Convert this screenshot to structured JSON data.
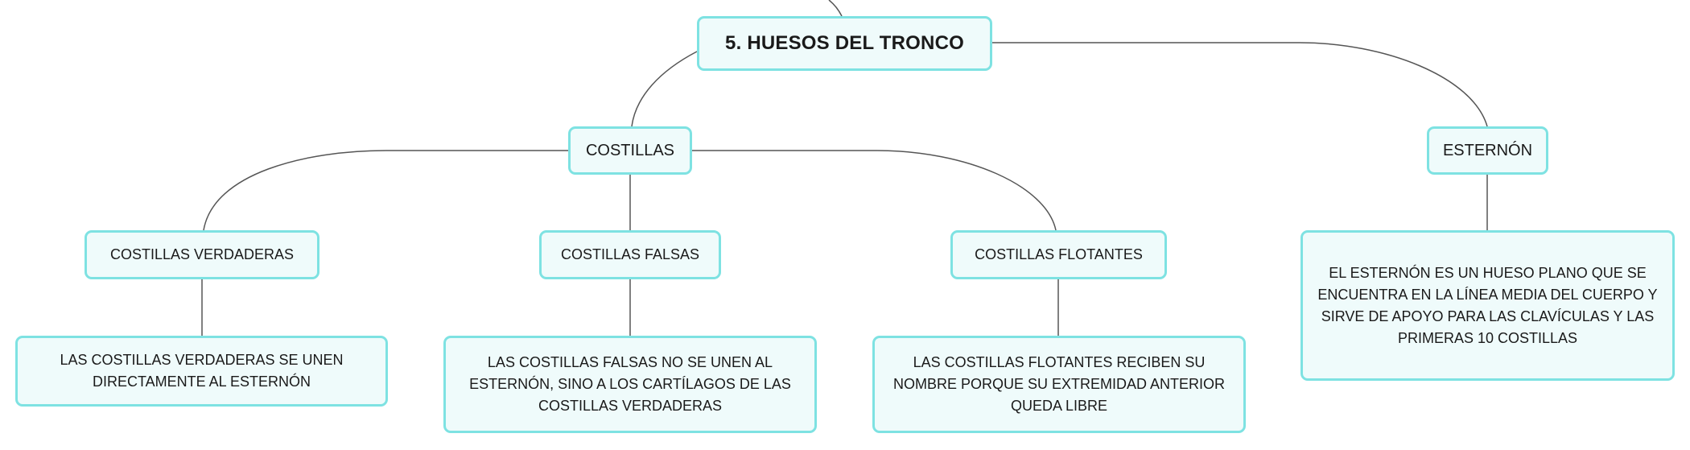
{
  "diagram": {
    "root": {
      "label": "5. HUESOS DEL TRONCO"
    },
    "costillas": {
      "label": "COSTILLAS"
    },
    "esternon": {
      "label": "ESTERNÓN"
    },
    "costillas_verdaderas": {
      "label": "COSTILLAS VERDADERAS",
      "description": "LAS COSTILLAS VERDADERAS SE UNEN DIRECTAMENTE AL ESTERNÓN"
    },
    "costillas_falsas": {
      "label": "COSTILLAS FALSAS",
      "description": "LAS COSTILLAS FALSAS NO SE UNEN AL ESTERNÓN, SINO A LOS CARTÍLAGOS DE LAS COSTILLAS VERDADERAS"
    },
    "costillas_flotantes": {
      "label": "COSTILLAS FLOTANTES",
      "description": "LAS COSTILLAS FLOTANTES RECIBEN SU NOMBRE PORQUE SU EXTREMIDAD ANTERIOR QUEDA LIBRE"
    },
    "esternon_desc": {
      "description": "EL ESTERNÓN ES UN HUESO PLANO QUE SE ENCUENTRA EN LA LÍNEA MEDIA DEL CUERPO Y SIRVE DE APOYO PARA LAS CLAVÍCULAS Y LAS PRIMERAS 10 COSTILLAS"
    },
    "colors": {
      "node_fill": "#effbfb",
      "node_border": "#7ee2e2",
      "connector": "#555555"
    }
  }
}
